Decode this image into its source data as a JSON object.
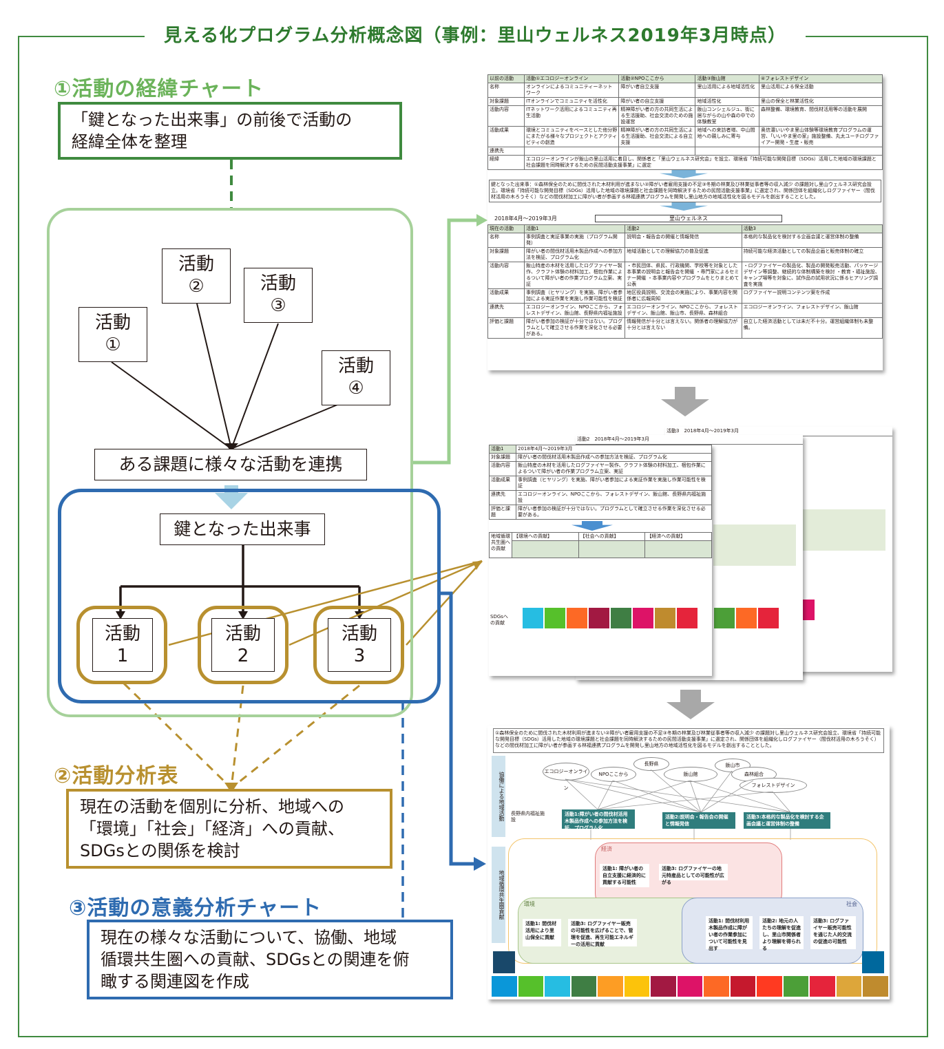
{
  "title": "見える化プログラム分析概念図（事例：里山ウェルネス2019年3月時点）",
  "section1": {
    "heading": "①活動の経緯チャート",
    "note_line1": "「鍵となった出来事」の前後で活動の",
    "note_line2": "経緯全体を整理"
  },
  "chart1": {
    "activity1": [
      "活動",
      "①"
    ],
    "activity2": [
      "活動",
      "②"
    ],
    "activity3": [
      "活動",
      "③"
    ],
    "activity4": [
      "活動",
      "④"
    ],
    "hub_label": "ある課題に様々な活動を連携",
    "key_event": "鍵となった出来事",
    "sub_activity1": [
      "活動",
      "1"
    ],
    "sub_activity2": [
      "活動",
      "2"
    ],
    "sub_activity3": [
      "活動",
      "3"
    ]
  },
  "section2": {
    "heading": "②活動分析表",
    "note_line1": "現在の活動を個別に分析、地域への",
    "note_line2": "「環境」「社会」「経済」への貢献、",
    "note_line3": "SDGsとの関係を検討"
  },
  "section3": {
    "heading": "③活動の意義分析チャート",
    "note_line1": "現在の様々な活動について、協働、地域",
    "note_line2": "循環共生圏への貢献、SDGsとの関連を俯",
    "note_line3": "瞰する関連図を作成"
  },
  "doc1": {
    "header_row": [
      "以前の活動",
      "活動①エコロジーオンライン",
      "活動②NPOここから",
      "活動③飯山館",
      "④フォレストデザイン"
    ],
    "rows": [
      [
        "名称",
        "オンラインによるコミュニティーネットワーク",
        "障がい者自立支援",
        "里山活用による地域活性化",
        "里山活用による保全活動"
      ],
      [
        "対象課題",
        "ITオンラインでコミュニティを活性化",
        "障がい者の自立支援",
        "地域活性化",
        "里山の保全と林業活性化"
      ],
      [
        "活動内容",
        "ITネットワーク活用によるコミュニティ再生活動",
        "精神障がい者の方の共同生活による生活援助、社会交流のための施設運営",
        "飯山コンシェルジュ、街に居ながらの山や森の中での体験教室",
        "森林整備、環境教育、間伐材活用等の活動を展開"
      ],
      [
        "活動成果",
        "環境とコミュニティをベースとした他分野にまたがる様々なプロジェクトとアクティビティの創造",
        "精神障がい者の方の共同生活による生活援助、社会交流による自立支援",
        "地域への来訪者増、中山間地への親しみに寄与",
        "奥信濃いいやま里山体験等環境教育プログラムの運営、「いいやま里の家」施設整備、丸太ユーチログファイアー開発・生産・販売"
      ],
      [
        "連携先",
        "",
        "",
        "",
        ""
      ],
      [
        "経緯",
        "エコロジーオンラインが飯山の里山活用に着目し、関係者と「里山ウェルネス研究会」を設立、環境省「持続可能な開発目標（SDGs）活用した地域の環境課題と社会課題を同時解決するための民間活動支援事業」に選定",
        "",
        "",
        ""
      ]
    ],
    "key_event_text": "鍵となった出来事：①森林保全のために間伐された木材利用が進まない②障がい者雇用支援の不足③冬期の林業及び林業従事者等の収入減少 の課題対し里山ウェルネス研究会設立。環境省「持続可能な開発目標（SDGs）活用した地域の環境課題と社会課題を同時解決するための民間活動支援事業」に選定され、関係団体を組織化しログファイヤー（間伐材活用の木ろうそく）などの間伐材加工に障がい者が参画する林福連携プログラムを開発し里山地方の地域活性化を図るモデルを創出することとした。",
    "period": "2018年4月～2019年3月",
    "org_name": "里山ウェルネス",
    "header_row2": [
      "現在の活動",
      "活動1",
      "活動2",
      "活動3"
    ],
    "rows2": [
      [
        "名称",
        "事例調査と実証事業の実施（プログラム開発）",
        "説明会・報告会の開催と情報発信",
        "本格的な製品化を検討する企画会議と運営体制の整備"
      ],
      [
        "対象課題",
        "障がい者の間伐材活用木製品作成への参加方法を検証、プログラム化",
        "地域活動としての理解協力の普及促進",
        "持続可能な経済活動としての製品企画と販売体制の確立"
      ],
      [
        "活動内容",
        "飯山特産の木材を活用したログファイヤー製作、クラフト体験の材料加工、梱包作業によるついて障がい者の作業プログラム立案、実証",
        "・市民団体、県民、行政機関、学校等を対象とした本事業の説明会と報告会を開催 ・専門家によるセミナー開催 ・本事業内容やプログラムをとりまとめて公表",
        "・ログファイヤーの製品化、製品の開発販売活動、パッケージデザイン等調整、継続的な体制構築を検討 ・教育・福祉施設、キャンプ場等を対象に、試作品の試用状況に係るヒアリング調査を実施"
      ],
      [
        "活動成果",
        "事例調査（ヒヤリング）を実施、障がい者参加による実証作業を実施し作業可能性を検証",
        "地区役員説明、交流会の実施により、事業内容を関係者に広報周知",
        "ログファイヤー説明コンテンツ案を作成"
      ],
      [
        "連携先",
        "エコロジーオンライン、NPOここから、フォレストデザイン、飯山館、長野県内福祉施設",
        "エコロジーオンライン、NPOここから、フォレストデザイン、飯山館、飯山市、長野県、森林組合",
        "エコロジーオンライン、フォレストデザイン、飯山館"
      ],
      [
        "評価と課題",
        "障がい者参加の検証が十分ではない。プログラムとして確立させる作業を深化させる必要がある。",
        "情報発信が十分とは言えない。関係者の理解協力が十分とは言えない",
        "自立した経済活動としては未だ不十分。運営組織体制も未整備。"
      ]
    ]
  },
  "doc2": {
    "back2_header": "活動3　2018年4月～2019年3月",
    "back1_header": "活動2　2018年4月～2019年3月",
    "rows": [
      [
        "活動1",
        "2018年4月～2019年3月"
      ],
      [
        "対象課題",
        "障がい者の間伐材活用木製品作成への参加方法を検証、プログラム化"
      ],
      [
        "活動内容",
        "飯山特産の木材を活用したログファイヤー製作、クラフト体験の材料加工、梱包作業によるついて障がい者の作業プログラム立案、実証"
      ],
      [
        "活動成果",
        "事例調査（ヒヤリング）を実施、障がい者参加による実証作業を実施し作業可能性を検証"
      ],
      [
        "連携先",
        "エコロジーオンライン、NPOここから、フォレストデザイン、飯山館、長野県内福祉施設"
      ],
      [
        "評価と課題",
        "障がい者参加の検証が十分ではない。プログラムとして確立させる作業を深化させる必要がある。"
      ]
    ],
    "contrib_label": "地域循環共生圏への貢献",
    "contrib_cols": [
      "【環境への貢献】",
      "【社会への貢献】",
      "【経済への貢献】"
    ],
    "sdg_label": "SDGsへの貢献"
  },
  "doc3": {
    "top_text": "①森林保全のために間伐された木材利用が進まない②障がい者雇用支援の不足③冬期の林業及び林業従事者等の収入減少 の課題対し里山ウェルネス研究会設立、環境省「持続可能な開発目標（SDGs）活用した地域の環境課題と社会課題を同時解決するための民間活動支援事業」に選定され、関係団体を組織化しログファイヤー（間伐材活用の木ろうそく）などの間伐材加工に障がい者が参画する林福連携プログラムを開発し里山地方の地域活性化を図るモデルを創出することとした。",
    "side_top": "協働による地域活動",
    "side_bottom": "地域循環共生圏貢献",
    "orgs": [
      "エコロジーオンライン",
      "NPOここから",
      "長野県",
      "飯山館",
      "飯山市",
      "森林組合",
      "フォレストデザイン",
      "長野県内福祉施設"
    ],
    "acts": [
      "活動1:障がい者の間伐材活用木製品作成への参加方法を検証、プログラム化",
      "活動2:説明会・報告会の開催と情報発信",
      "活動3:本格的な製品化を検討する企画会議と運営体制の整備"
    ],
    "keizai": "経済",
    "kankyo": "環境",
    "shakai": "社会",
    "inner_keizai": [
      "活動1: 障がい者の自立支援に経済的に貢献する可能性",
      "活動3: ログファイヤーの地元特産品としての可能性が広がる"
    ],
    "inner_kankyo": [
      "活動1: 間伐材活用により里山保全に貢献",
      "活動3: ログファイヤー販売の可能性を広げることで、管理を促進、再生可能エネルギーの活用に貢献"
    ],
    "inner_shakai": [
      "活動1: 間伐材利用木製品作成に障がい者の作業参加について可能性を見出す",
      "活動2: 地元の人たちの理解を促進し、里山市関係者より理解を得られる",
      "活動3: ログファイヤー販売可能性を通じた人的交流の促進の可能性"
    ]
  },
  "sdg_colors": [
    "#e5243b",
    "#dda63a",
    "#4c9f38",
    "#c5192d",
    "#ff3a21",
    "#26bde2",
    "#fcc30b",
    "#a21942",
    "#fd6925",
    "#dd1367",
    "#fd9d24",
    "#bf8b2e",
    "#3f7e44",
    "#0a97d9",
    "#56c02b",
    "#00689d",
    "#19486a"
  ]
}
